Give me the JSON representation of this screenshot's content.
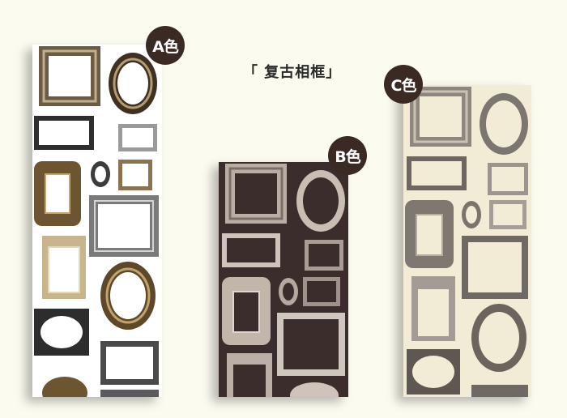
{
  "title": "「 复古相框」",
  "variants": [
    {
      "id": "A",
      "label": "A色",
      "background": "#ffffff",
      "frame_tone": "multicolor-sepia"
    },
    {
      "id": "B",
      "label": "B色",
      "background": "#3a2d2c",
      "frame_tone": "silver-on-dark"
    },
    {
      "id": "C",
      "label": "C色",
      "background": "#f2ecd6",
      "frame_tone": "gray-on-cream"
    }
  ],
  "colors": {
    "page_background": "#fbfbf0",
    "badge_fill": "#3b2a24",
    "badge_text": "#ffffff",
    "title_text": "#2a2a2a"
  }
}
